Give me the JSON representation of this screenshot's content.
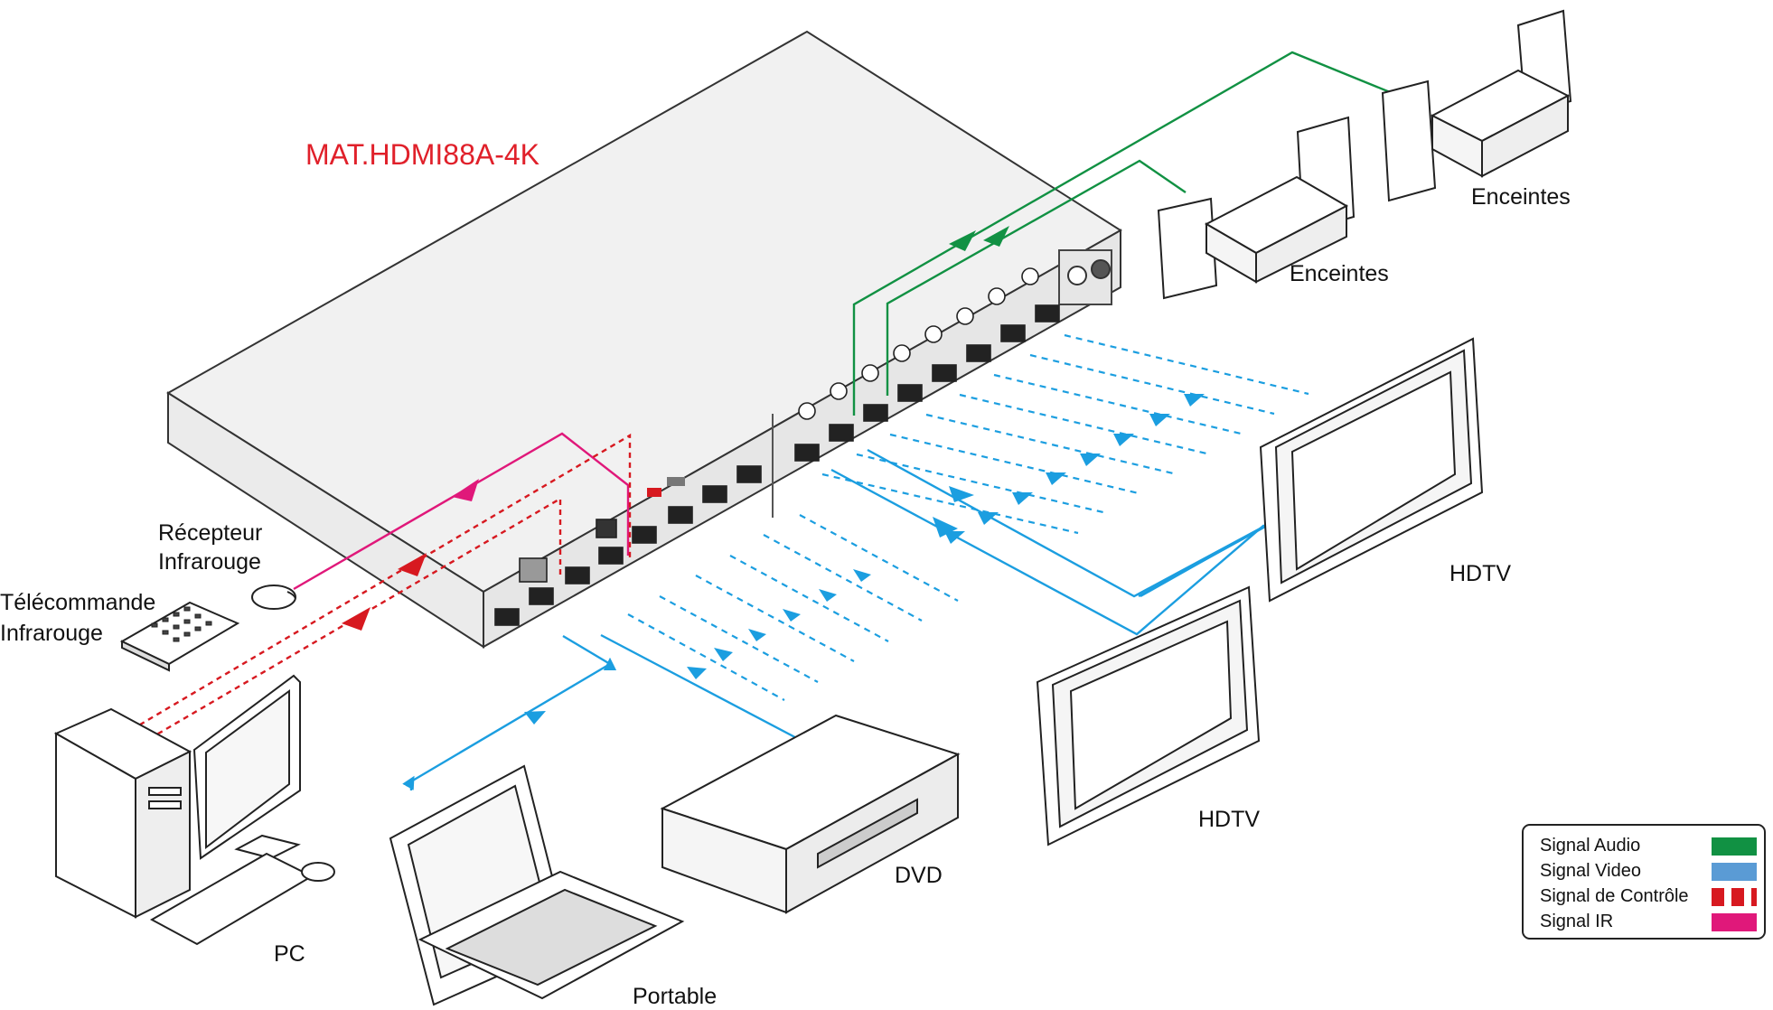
{
  "title": "MAT.HDMI88A-4K",
  "labels": {
    "recepteur": "Récepteur\nInfrarouge",
    "telecommande": "Télécommande\nInfrarouge",
    "pc": "PC",
    "portable": "Portable",
    "dvd": "DVD",
    "hdtv_1": "HDTV",
    "hdtv_2": "HDTV",
    "enceintes_1": "Enceintes",
    "enceintes_2": "Enceintes"
  },
  "legend": [
    {
      "label": "Signal Audio",
      "color": "#119143",
      "icon": "solid-swatch"
    },
    {
      "label": "Signal Video",
      "color": "#5a9bd5",
      "icon": "solid-swatch"
    },
    {
      "label": "Signal de Contrôle",
      "color": "#d71920",
      "icon": "dashed-swatch"
    },
    {
      "label": "Signal IR",
      "color": "#e0187a",
      "icon": "solid-swatch"
    }
  ],
  "colors": {
    "audio": "#119143",
    "video": "#1b9ee0",
    "control": "#d71920",
    "ir": "#e0187a",
    "title": "#e0202a"
  }
}
